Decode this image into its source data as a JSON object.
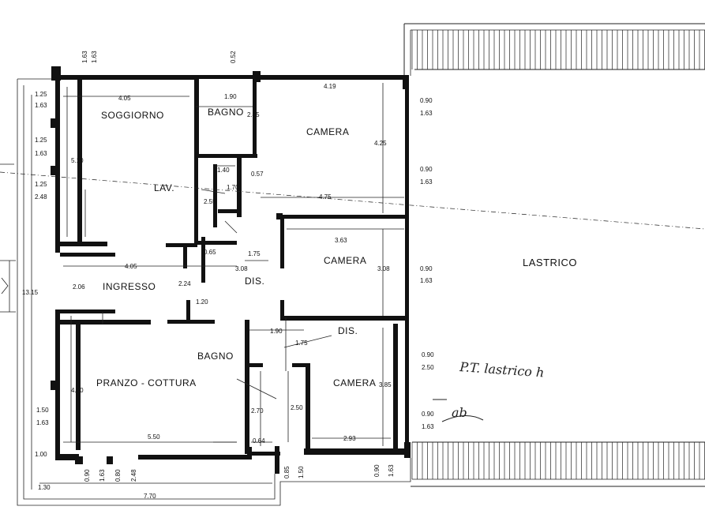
{
  "rooms": {
    "soggiorno": "SOGGIORNO",
    "bagno1": "BAGNO",
    "camera1": "CAMERA",
    "lav": "LAV.",
    "camera2": "CAMERA",
    "ingresso": "INGRESSO",
    "dis1": "DIS.",
    "bagno2": "BAGNO",
    "pranzo": "PRANZO - COTTURA",
    "dis2": "DIS.",
    "camera3": "CAMERA",
    "lastrico": "LASTRICO"
  },
  "dims": {
    "d_405a": "4.05",
    "d_190a": "1.90",
    "d_419": "4.19",
    "d_090r1": "0.90",
    "d_163r1": "1.63",
    "d_125a": "1.25",
    "d_163a": "1.63",
    "d_245": "2.45",
    "d_425": "4.25",
    "d_125b": "1.25",
    "d_163b": "1.63",
    "d_510": "5.10",
    "d_140": "1.40",
    "d_057": "0.57",
    "d_090r2": "0.90",
    "d_163r2": "1.63",
    "d_125c": "1.25",
    "d_248a": "2.48",
    "d_170": "1.70",
    "d_255": "2.55",
    "d_475": "4.75",
    "d_363": "3.63",
    "d_065": "0.65",
    "d_175": "1.75",
    "d_405b": "4.05",
    "d_308a": "3.08",
    "d_308b": "3.08",
    "d_090r3": "0.90",
    "d_163r3": "1.63",
    "d_1315": "13.15",
    "d_206": "2.06",
    "d_224": "2.24",
    "d_120": "1.20",
    "d_190b": "1.90",
    "d_175b": "1.75",
    "d_090r4": "0.90",
    "d_250r": "2.50",
    "d_400": "4.00",
    "d_385": "3.85",
    "d_270": "2.70",
    "d_250": "2.50",
    "d_150": "1.50",
    "d_163c": "1.63",
    "d_090r5": "0.90",
    "d_163r5": "1.63",
    "d_550": "5.50",
    "d_064": "0.64",
    "d_293": "2.93",
    "d_100": "1.00",
    "d_090b1": "0.90",
    "d_163b1": "1.63",
    "d_080b": "0.80",
    "d_248b": "2.48",
    "d_085b": "0.85",
    "d_150b": "1.50",
    "d_090b2": "0.90",
    "d_163b2": "1.63",
    "d_130": "1.30",
    "d_770": "7.70",
    "t_163a": "1.63",
    "t_163b": "1.63",
    "t_052": "0.52"
  },
  "handwriting": {
    "line1": "P.T. lastrico h",
    "line2": "ab"
  }
}
